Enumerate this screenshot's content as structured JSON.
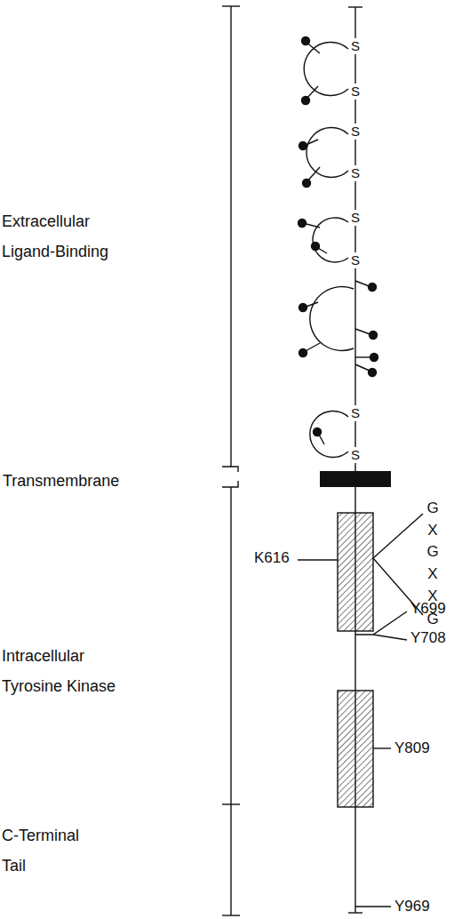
{
  "diagram": {
    "labels": [
      "Extracellular Ligand-Binding",
      "Transmembrane",
      "Intracellular Tyrosine Kinase",
      "C-Terminal Tail",
      "S",
      "S",
      "S",
      "S",
      "S",
      "S",
      "S",
      "S",
      "G",
      "X",
      "G",
      "X",
      "X",
      "G",
      "K616",
      "Y699",
      "Y708",
      "Y809",
      "Y969"
    ]
  }
}
